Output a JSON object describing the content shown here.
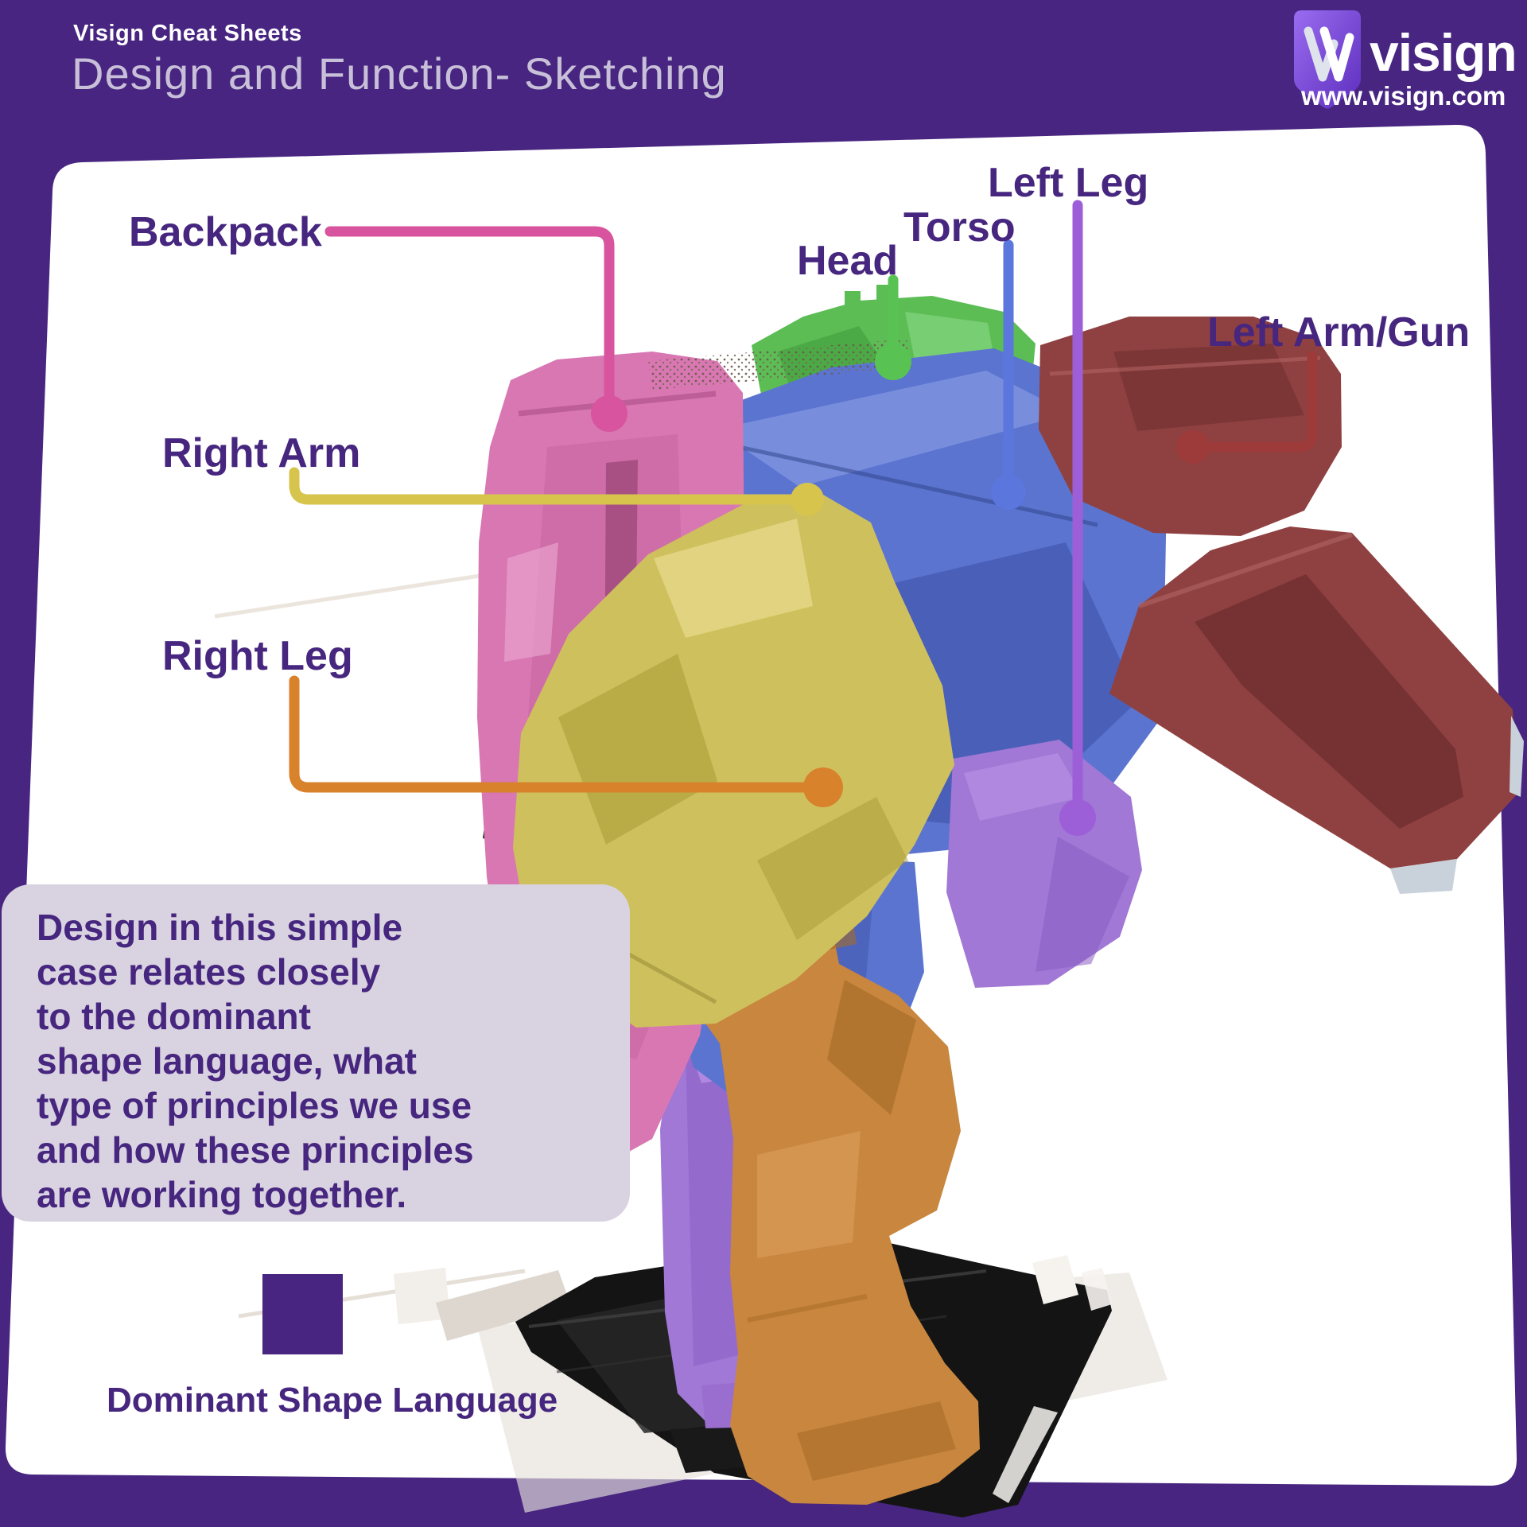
{
  "page": {
    "background_color": "#472580",
    "card_color": "#ffffff",
    "text_color": "#46267e"
  },
  "header": {
    "eyebrow": "Visign Cheat Sheets",
    "title": "Design and Function- Sketching",
    "brand": {
      "name": "visign",
      "url": "www.visign.com",
      "logo_icon": "shield-w-icon"
    }
  },
  "callouts": {
    "backpack": {
      "label": "Backpack",
      "color": "#d9549e"
    },
    "head": {
      "label": "Head",
      "color": "#58c353"
    },
    "torso": {
      "label": "Torso",
      "color": "#5b76dd"
    },
    "left_leg": {
      "label": "Left Leg",
      "color": "#9c5fd8"
    },
    "left_arm_gun": {
      "label": "Left Arm/Gun",
      "color": "#9d3a3a"
    },
    "right_arm": {
      "label": "Right Arm",
      "color": "#d6c44d"
    },
    "right_leg": {
      "label": "Right Leg",
      "color": "#d8822b"
    }
  },
  "note": {
    "lines": [
      "Design in this simple",
      "case relates closely",
      "to the dominant",
      "shape language, what",
      "type of principles we use",
      "and how these principles",
      "are working together."
    ]
  },
  "legend": {
    "caption": "Dominant Shape Language",
    "swatch_color": "#472580"
  },
  "artwork": {
    "fills": {
      "backpack": "#d877b2",
      "head": "#5cbd55",
      "torso": "#5b74cf",
      "left_leg": "#a178d6",
      "left_arm_gun": "#8f4141",
      "right_arm": "#cfc05e",
      "right_leg": "#c8863f",
      "base": "#141414"
    }
  }
}
